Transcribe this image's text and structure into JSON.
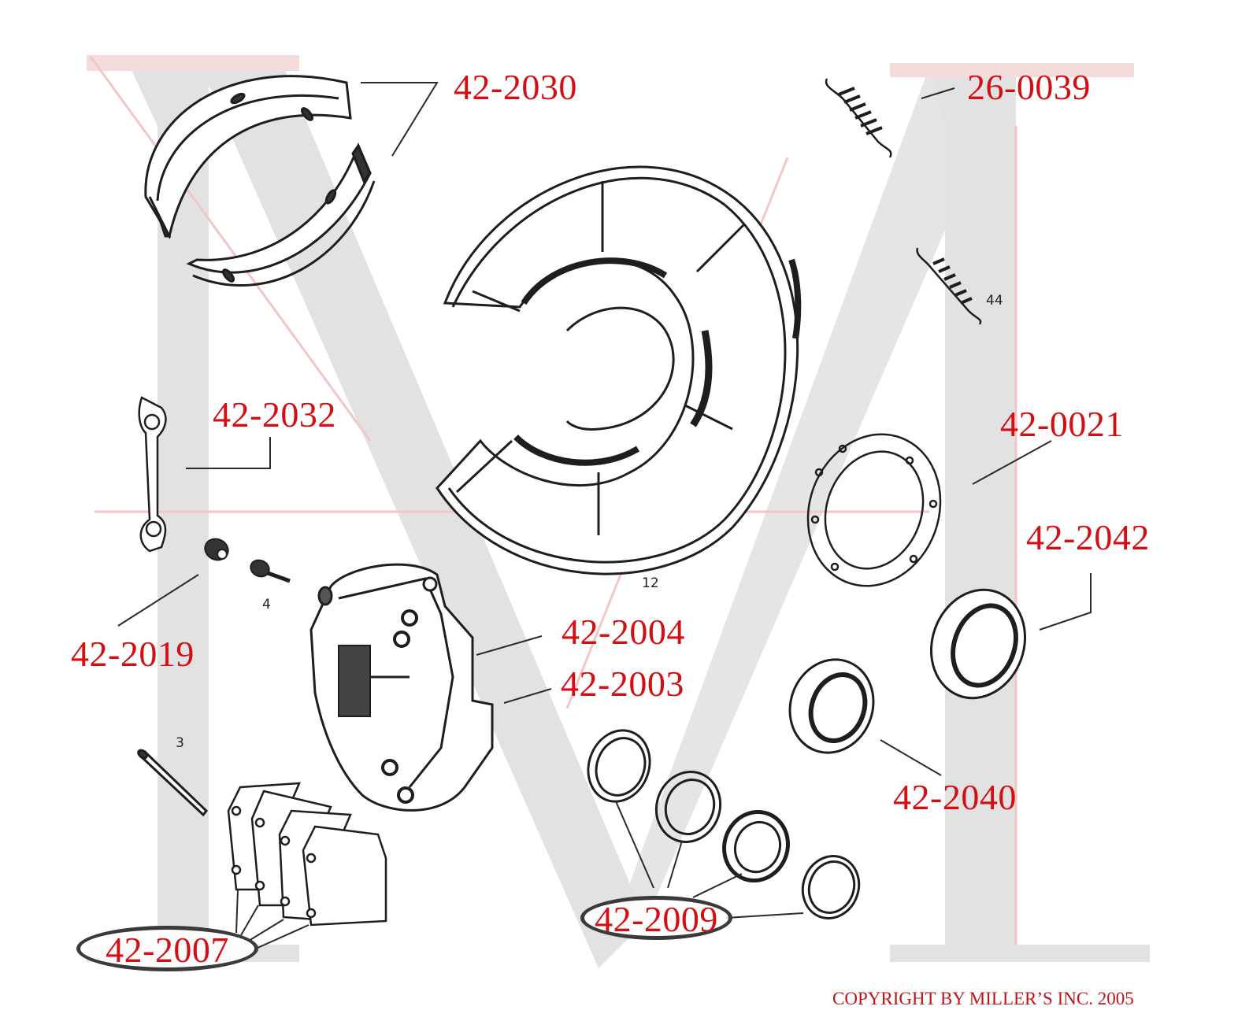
{
  "diagram": {
    "type": "exploded parts diagram",
    "subject": "disc brake assembly (parking brake shoes, backing plate, caliper, pads, seals)",
    "watermark": {
      "letter": "M",
      "color": "#e0e0e0",
      "accent": "#f2c9c9"
    },
    "colors": {
      "label": "#d40f14",
      "line": "#2a2a2a",
      "oval": "#3a3a3a"
    }
  },
  "part_labels": [
    {
      "id": "42-2030",
      "text": "42-2030",
      "part": "parking brake shoes"
    },
    {
      "id": "26-0039",
      "text": "26-0039",
      "part": "return spring"
    },
    {
      "id": "42-2032",
      "text": "42-2032",
      "part": "retaining plate"
    },
    {
      "id": "42-0021",
      "text": "42-0021",
      "part": "gasket"
    },
    {
      "id": "42-2042",
      "text": "42-2042",
      "part": "seal"
    },
    {
      "id": "42-2019",
      "text": "42-2019",
      "part": "bleeder screw / dust cap"
    },
    {
      "id": "42-2004",
      "text": "42-2004",
      "part": "brake caliper"
    },
    {
      "id": "42-2003",
      "text": "42-2003",
      "part": "brake caliper"
    },
    {
      "id": "42-2040",
      "text": "42-2040",
      "part": "seal"
    },
    {
      "id": "42-2009",
      "text": "42-2009",
      "part": "caliper seal kit",
      "circled": true
    },
    {
      "id": "42-2007",
      "text": "42-2007",
      "part": "brake pads",
      "circled": true
    }
  ],
  "reference_numbers": [
    {
      "id": "ref-44",
      "text": "44"
    },
    {
      "id": "ref-12",
      "text": "12"
    },
    {
      "id": "ref-4",
      "text": "4"
    },
    {
      "id": "ref-3",
      "text": "3"
    }
  ],
  "copyright": "COPYRIGHT BY MILLER’S INC. 2005"
}
